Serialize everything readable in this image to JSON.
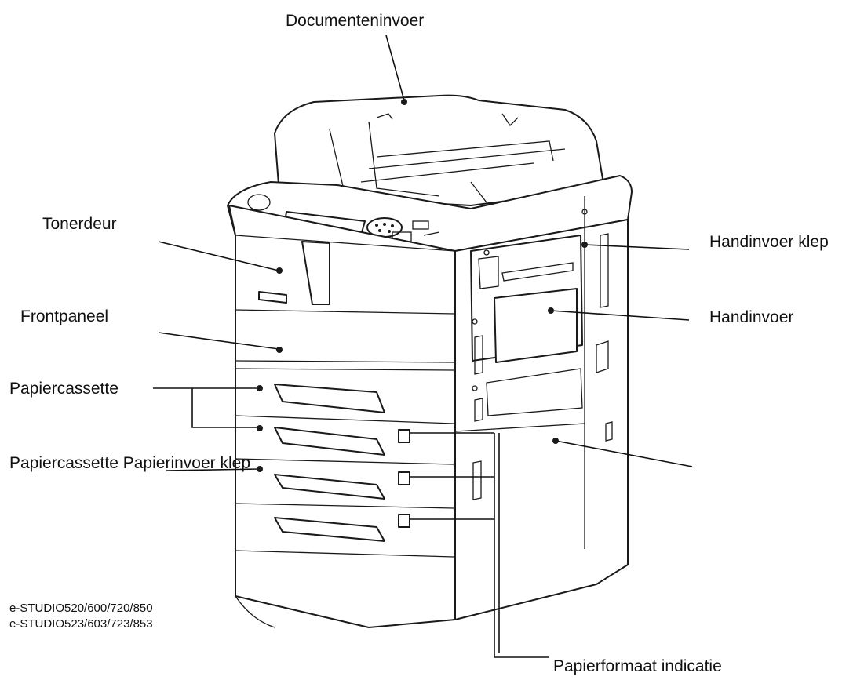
{
  "labels": {
    "document_feeder": "Documenteninvoer",
    "toner_door": "Tonerdeur",
    "front_panel": "Frontpaneel",
    "paper_cassette": "Papiercassette",
    "paper_cassette_feed_cover": "Papiercassette Papierinvoer klep",
    "bypass_cover": "Handinvoer klep",
    "bypass_tray": "Handinvoer",
    "paper_size_indicator": "Papierformaat indicatie"
  },
  "models": {
    "line1": "e-STUDIO520/600/720/850",
    "line2": "e-STUDIO523/603/723/853"
  }
}
